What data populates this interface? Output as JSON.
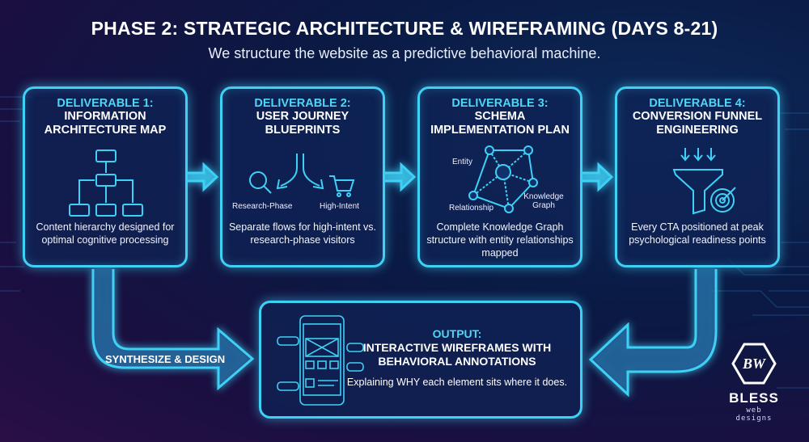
{
  "header": {
    "title": "PHASE 2: STRATEGIC ARCHITECTURE & WIREFRAMING (DAYS 8-21)",
    "subtitle": "We structure the website as a predictive behavioral machine."
  },
  "deliverables": [
    {
      "kicker": "DELIVERABLE 1:",
      "title1": "INFORMATION",
      "title2": "ARCHITECTURE MAP",
      "desc": "Content hierarchy designed for optimal cognitive processing",
      "icon": "sitemap-icon"
    },
    {
      "kicker": "DELIVERABLE 2:",
      "title1": "USER JOURNEY",
      "title2": "BLUEPRINTS",
      "desc": "Separate flows for high-intent vs. research-phase visitors",
      "icon": "split-path-icon",
      "labels": [
        "Research-Phase",
        "High-Intent"
      ]
    },
    {
      "kicker": "DELIVERABLE 3:",
      "title1": "SCHEMA",
      "title2": "IMPLEMENTATION PLAN",
      "desc": "Complete Knowledge Graph structure with entity relationships mapped",
      "icon": "knowledge-graph-icon",
      "labels": [
        "Entity",
        "Relationship",
        "Knowledge Graph"
      ]
    },
    {
      "kicker": "DELIVERABLE 4:",
      "title1": "CONVERSION FUNNEL",
      "title2": "ENGINEERING",
      "desc": "Every CTA positioned at peak psychological readiness points",
      "icon": "funnel-target-icon"
    }
  ],
  "flow_label": "SYNTHESIZE & DESIGN",
  "output": {
    "kicker": "OUTPUT:",
    "title1": "INTERACTIVE WIREFRAMES WITH",
    "title2": "BEHAVIORAL ANNOTATIONS",
    "desc": "Explaining WHY each element sits where it does."
  },
  "logo": {
    "mark": "BW",
    "name": "BLESS",
    "tagline": "web designs"
  },
  "colors": {
    "accent": "#3fd0f5",
    "kicker": "#4fd6f5"
  }
}
